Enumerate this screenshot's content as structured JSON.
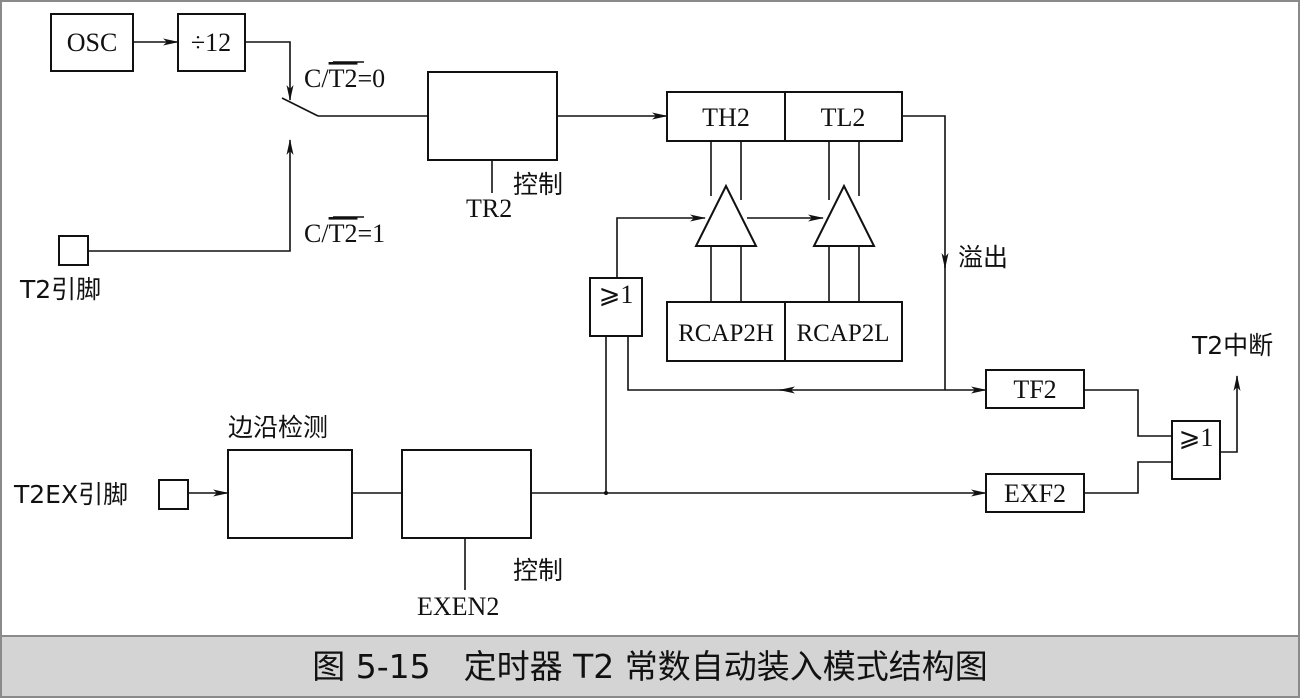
{
  "labels": {
    "osc": "OSC",
    "div12": "÷12",
    "c_t2_0_prefix": "C/",
    "c_t2_0_bar": "T2",
    "c_t2_0_suffix": "=0",
    "c_t2_1_prefix": "C/",
    "c_t2_1_bar": "T2",
    "c_t2_1_suffix": "=1",
    "t2_pin": "T2引脚",
    "th2": "TH2",
    "tl2": "TL2",
    "control_1": "控制",
    "tr2": "TR2",
    "overflow": "溢出",
    "or_1": "⩾1",
    "rcap2h": "RCAP2H",
    "rcap2l": "RCAP2L",
    "t2_interrupt": "T2中断",
    "tf2": "TF2",
    "or_2": "⩾1",
    "edge_detect": "边沿检测",
    "t2ex_pin": "T2EX引脚",
    "exf2": "EXF2",
    "control_2": "控制",
    "exen2": "EXEN2"
  },
  "caption": "图 5-15　定时器 T2 常数自动装入模式结构图",
  "colors": {
    "line": "#111111",
    "caption_bg": "#d4d4d4",
    "frame": "#8a8a8a",
    "background": "#ffffff"
  }
}
